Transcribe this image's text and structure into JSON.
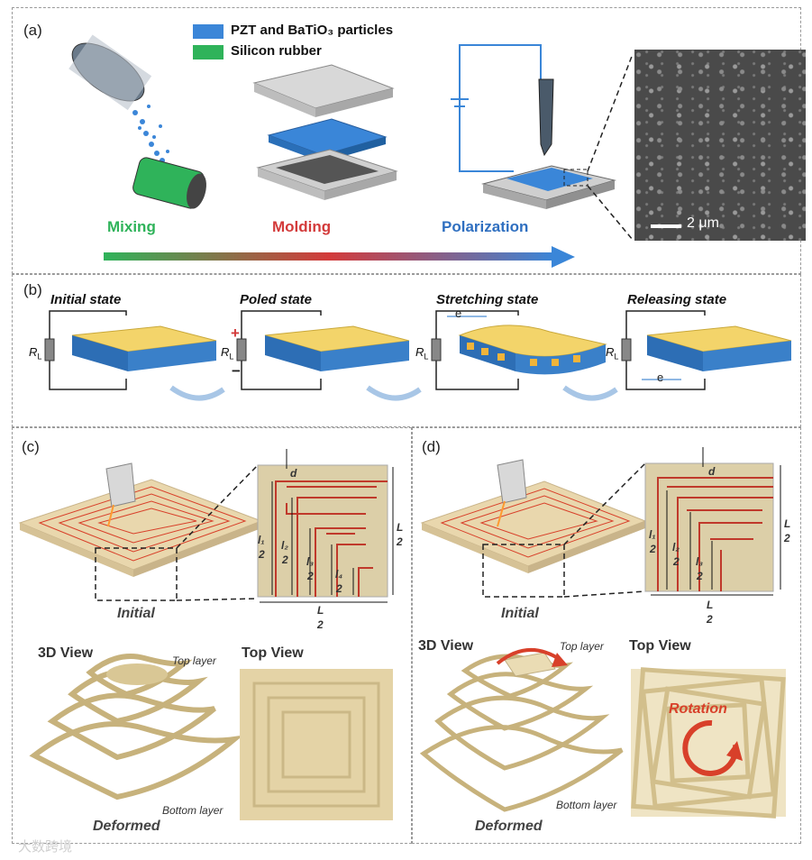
{
  "panels": {
    "a": "(a)",
    "b": "(b)",
    "c": "(c)",
    "d": "(d)"
  },
  "legend": {
    "item1": "PZT and BaTiO₃ particles",
    "item1_color": "#3b86d8",
    "item2": "Silicon rubber",
    "item2_color": "#2fb35a"
  },
  "stages": {
    "mixing": "Mixing",
    "molding": "Molding",
    "polarization": "Polarization"
  },
  "sem_scale": "2 μm",
  "states": {
    "initial": "Initial state",
    "poled": "Poled state",
    "stretching": "Stretching state",
    "releasing": "Releasing state"
  },
  "circuit": {
    "resistor": "R",
    "resistor_sub": "L",
    "plus": "+",
    "minus": "−",
    "electron": "e"
  },
  "labels_c": {
    "initial": "Initial",
    "view3d": "3D View",
    "top_view": "Top View",
    "top_layer": "Top layer",
    "bottom_layer": "Bottom layer",
    "deformed": "Deformed",
    "d": "d",
    "l1": "l₁",
    "l2": "l₂",
    "l3": "l₃",
    "l4": "l₄",
    "L": "L",
    "two": "2"
  },
  "labels_d": {
    "initial": "Initial",
    "view3d": "3D View",
    "top_view": "Top View",
    "top_layer": "Top layer",
    "bottom_layer": "Bottom layer",
    "deformed": "Deformed",
    "rotation": "Rotation",
    "d": "d",
    "l1": "l₁",
    "l2": "l₂",
    "l3": "l₃",
    "L": "L",
    "two": "2"
  },
  "watermark": "大数跨境"
}
